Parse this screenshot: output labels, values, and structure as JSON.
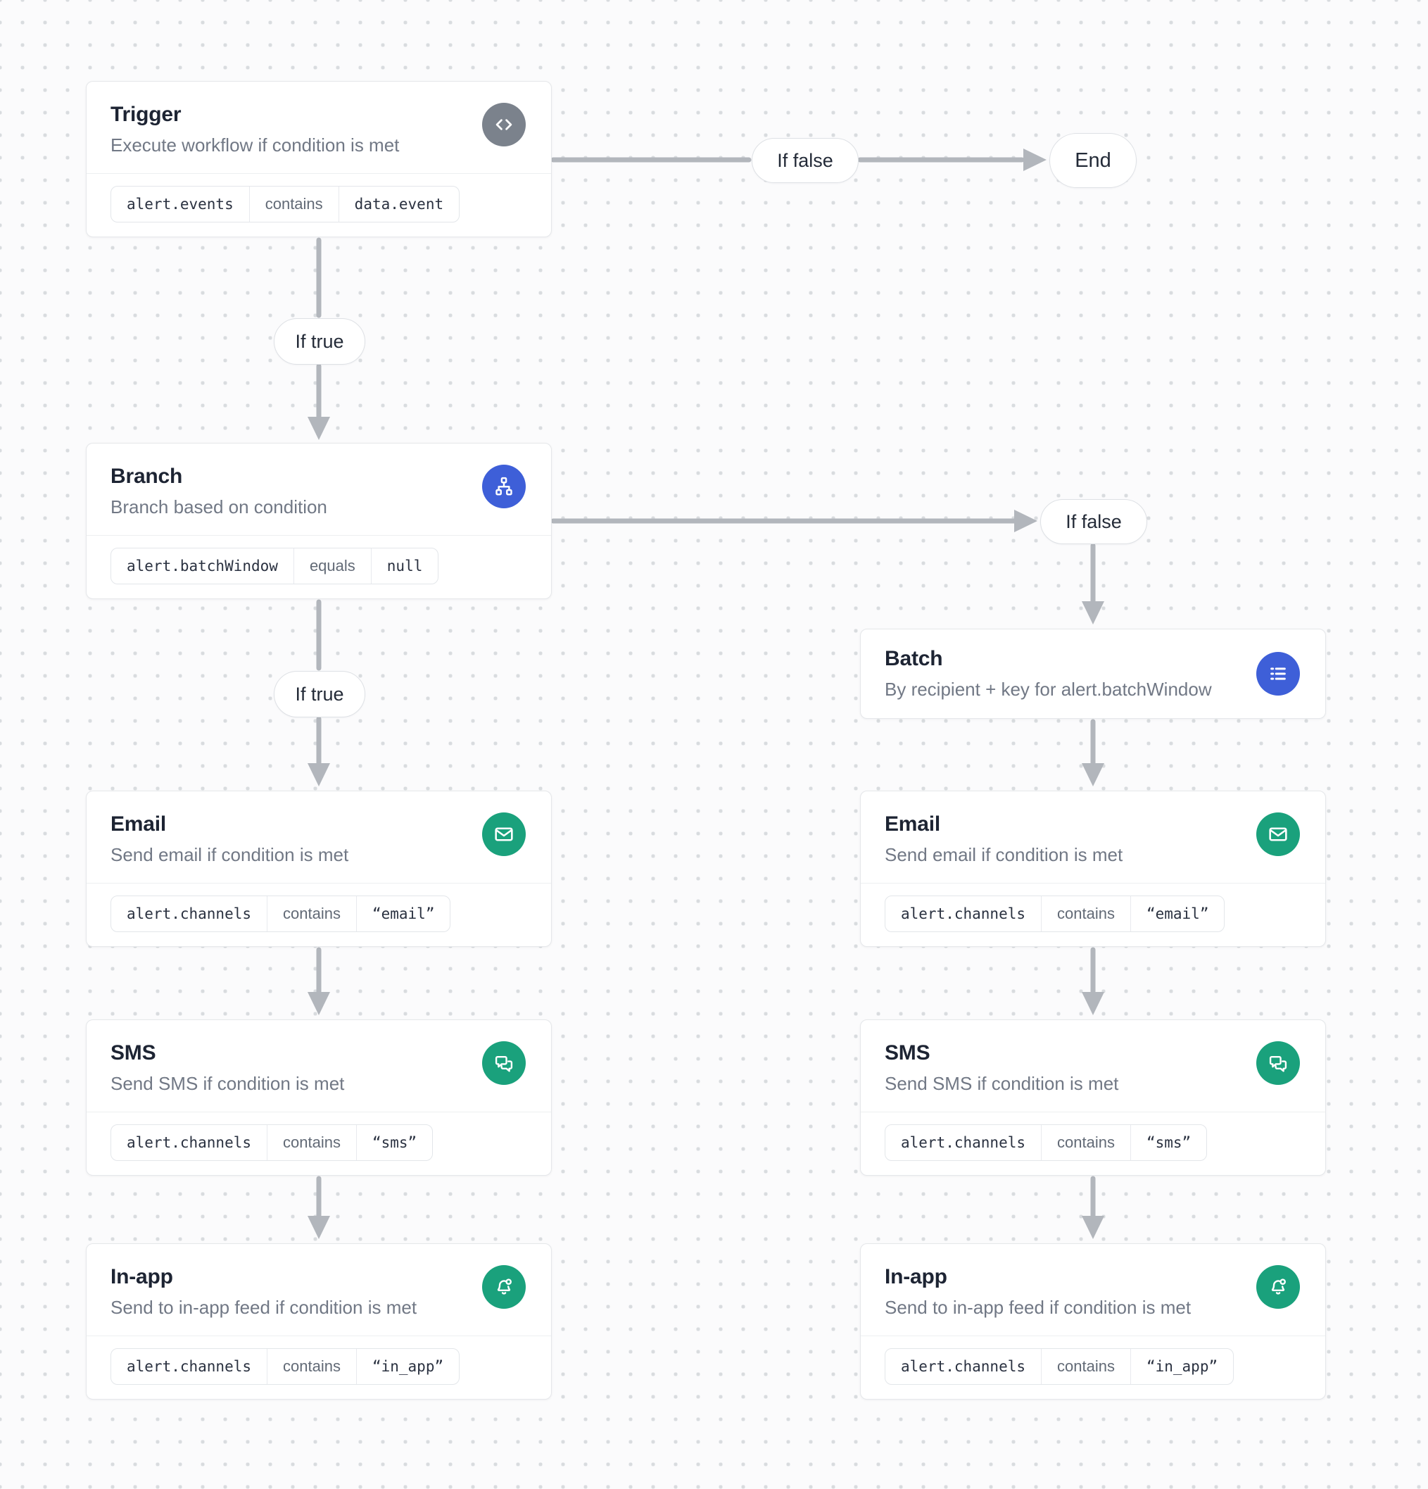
{
  "workflow": {
    "edge_labels": {
      "if_true": "If true",
      "if_false": "If false",
      "end": "End"
    },
    "nodes": {
      "trigger": {
        "title": "Trigger",
        "subtitle": "Execute workflow if condition is met",
        "icon": "code-icon",
        "condition": {
          "field": "alert.events",
          "operator": "contains",
          "value": "data.event"
        }
      },
      "branch": {
        "title": "Branch",
        "subtitle": "Branch based on condition",
        "icon": "sitemap-icon",
        "condition": {
          "field": "alert.batchWindow",
          "operator": "equals",
          "value": "null"
        }
      },
      "batch": {
        "title": "Batch",
        "subtitle": "By recipient + key for alert.batchWindow",
        "icon": "list-icon"
      },
      "email_true": {
        "title": "Email",
        "subtitle": "Send email if condition is met",
        "icon": "mail-icon",
        "condition": {
          "field": "alert.channels",
          "operator": "contains",
          "value": "“email”"
        }
      },
      "sms_true": {
        "title": "SMS",
        "subtitle": "Send SMS if condition is met",
        "icon": "chat-icon",
        "condition": {
          "field": "alert.channels",
          "operator": "contains",
          "value": "“sms”"
        }
      },
      "inapp_true": {
        "title": "In-app",
        "subtitle": "Send to in-app feed if condition is met",
        "icon": "bell-icon",
        "condition": {
          "field": "alert.channels",
          "operator": "contains",
          "value": "“in_app”"
        }
      },
      "email_false": {
        "title": "Email",
        "subtitle": "Send email if condition is met",
        "icon": "mail-icon",
        "condition": {
          "field": "alert.channels",
          "operator": "contains",
          "value": "“email”"
        }
      },
      "sms_false": {
        "title": "SMS",
        "subtitle": "Send SMS if condition is met",
        "icon": "chat-icon",
        "condition": {
          "field": "alert.channels",
          "operator": "contains",
          "value": "“sms”"
        }
      },
      "inapp_false": {
        "title": "In-app",
        "subtitle": "Send to in-app feed if condition is met",
        "icon": "bell-icon",
        "condition": {
          "field": "alert.channels",
          "operator": "contains",
          "value": "“in_app”"
        }
      }
    },
    "colors": {
      "trigger_icon_bg": "#7b828c",
      "logic_icon_bg": "#3e5fd8",
      "channel_icon_bg": "#1aa17c",
      "arrow": "#b2b6bc"
    }
  }
}
